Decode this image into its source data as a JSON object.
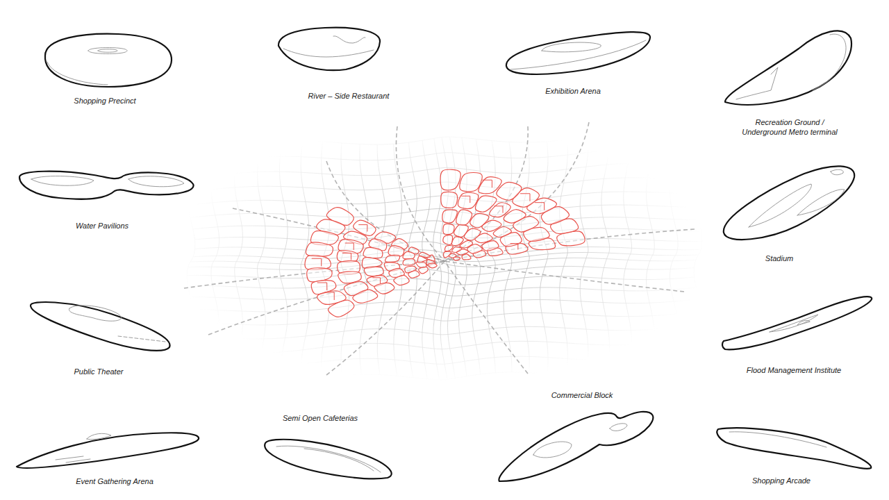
{
  "diagram": {
    "nodes": [
      {
        "text": [
          "Shopping Precinct"
        ]
      },
      {
        "text": [
          "River – Side Restaurant"
        ]
      },
      {
        "text": [
          "Exhibition Arena"
        ]
      },
      {
        "text": [
          "Recreation Ground / Underground Metro terminal"
        ]
      },
      {
        "text": [
          "Water Pavilions"
        ]
      },
      {
        "text": [
          "Stadium"
        ]
      },
      {
        "text": [
          "Public Theater"
        ]
      },
      {
        "text": [
          "Flood Management Institute"
        ]
      },
      {
        "text": [
          "Commercial Block"
        ]
      },
      {
        "text": [
          "Semi Open Cafeterias"
        ]
      },
      {
        "text": [
          "Event Gathering Arena"
        ]
      },
      {
        "text": [
          "Shopping Arcade"
        ]
      }
    ]
  }
}
